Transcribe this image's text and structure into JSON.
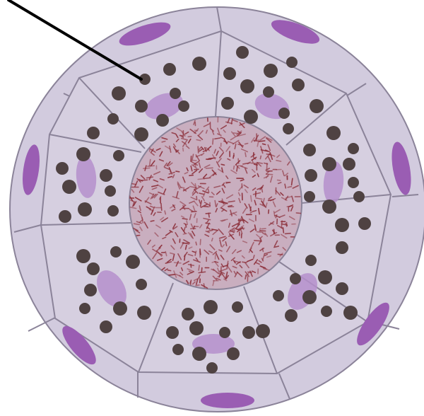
{
  "diagram": {
    "description_visible_text": "",
    "structures": {
      "outer_ring_cells": 9,
      "inner_ring_cells": 8,
      "lumen": "central"
    },
    "pointer_present": true,
    "colors": {
      "background": "#ffffff",
      "cell_fill": "#d2cbde",
      "cell_outline": "#7d748a",
      "nucleus": "#9a5db3",
      "granule": "#4f4242",
      "lumen": "#c9aebf",
      "lumen_texture": "#8c2f3a",
      "pointer": "#000000"
    }
  }
}
